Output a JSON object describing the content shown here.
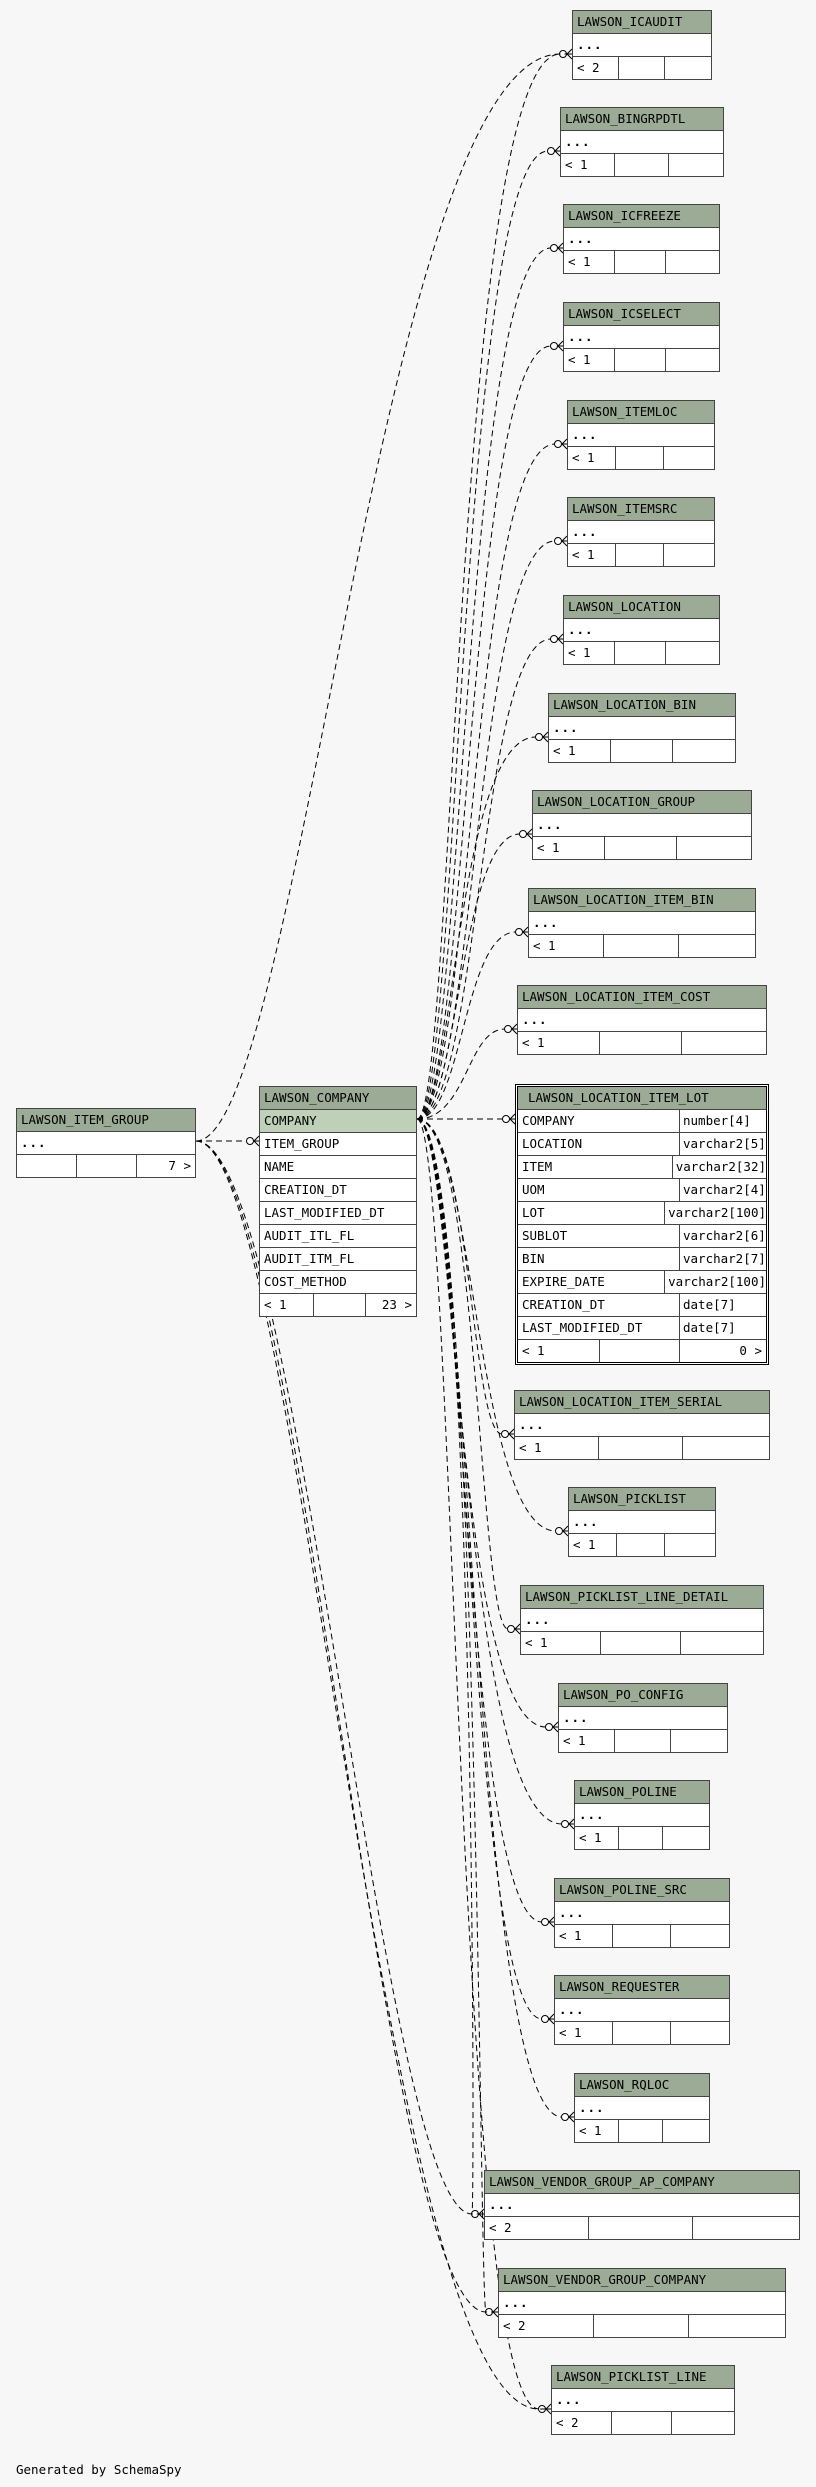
{
  "footer_text": "Generated by SchemaSpy",
  "colors": {
    "header": "#9bab96",
    "highlight": "#bed1b8",
    "background": "#f7f7f7"
  },
  "focus_table": {
    "name": "LAWSON_LOCATION_ITEM_LOT",
    "columns": [
      {
        "name": "COMPANY",
        "type": "number[4]"
      },
      {
        "name": "LOCATION",
        "type": "varchar2[5]"
      },
      {
        "name": "ITEM",
        "type": "varchar2[32]"
      },
      {
        "name": "UOM",
        "type": "varchar2[4]"
      },
      {
        "name": "LOT",
        "type": "varchar2[100]"
      },
      {
        "name": "SUBLOT",
        "type": "varchar2[6]"
      },
      {
        "name": "BIN",
        "type": "varchar2[7]"
      },
      {
        "name": "EXPIRE_DATE",
        "type": "varchar2[100]"
      },
      {
        "name": "CREATION_DT",
        "type": "date[7]"
      },
      {
        "name": "LAST_MODIFIED_DT",
        "type": "date[7]"
      }
    ],
    "parents_label": "< 1",
    "children_label": "0 >"
  },
  "company_table": {
    "name": "LAWSON_COMPANY",
    "columns": [
      "COMPANY",
      "ITEM_GROUP",
      "NAME",
      "CREATION_DT",
      "LAST_MODIFIED_DT",
      "AUDIT_ITL_FL",
      "AUDIT_ITM_FL",
      "COST_METHOD"
    ],
    "parents_label": "< 1",
    "children_label": "23 >"
  },
  "item_group_table": {
    "name": "LAWSON_ITEM_GROUP",
    "ellipsis": "...",
    "parents_label": "",
    "children_label": "7 >"
  },
  "child_tables": [
    {
      "name": "LAWSON_ICAUDIT",
      "ellipsis": "...",
      "parents_label": "< 2"
    },
    {
      "name": "LAWSON_BINGRPDTL",
      "ellipsis": "...",
      "parents_label": "< 1"
    },
    {
      "name": "LAWSON_ICFREEZE",
      "ellipsis": "...",
      "parents_label": "< 1"
    },
    {
      "name": "LAWSON_ICSELECT",
      "ellipsis": "...",
      "parents_label": "< 1"
    },
    {
      "name": "LAWSON_ITEMLOC",
      "ellipsis": "...",
      "parents_label": "< 1"
    },
    {
      "name": "LAWSON_ITEMSRC",
      "ellipsis": "...",
      "parents_label": "< 1"
    },
    {
      "name": "LAWSON_LOCATION",
      "ellipsis": "...",
      "parents_label": "< 1"
    },
    {
      "name": "LAWSON_LOCATION_BIN",
      "ellipsis": "...",
      "parents_label": "< 1"
    },
    {
      "name": "LAWSON_LOCATION_GROUP",
      "ellipsis": "...",
      "parents_label": "< 1"
    },
    {
      "name": "LAWSON_LOCATION_ITEM_BIN",
      "ellipsis": "...",
      "parents_label": "< 1"
    },
    {
      "name": "LAWSON_LOCATION_ITEM_COST",
      "ellipsis": "...",
      "parents_label": "< 1"
    },
    {
      "name": "LAWSON_LOCATION_ITEM_SERIAL",
      "ellipsis": "...",
      "parents_label": "< 1"
    },
    {
      "name": "LAWSON_PICKLIST",
      "ellipsis": "...",
      "parents_label": "< 1"
    },
    {
      "name": "LAWSON_PICKLIST_LINE_DETAIL",
      "ellipsis": "...",
      "parents_label": "< 1"
    },
    {
      "name": "LAWSON_PO_CONFIG",
      "ellipsis": "...",
      "parents_label": "< 1"
    },
    {
      "name": "LAWSON_POLINE",
      "ellipsis": "...",
      "parents_label": "< 1"
    },
    {
      "name": "LAWSON_POLINE_SRC",
      "ellipsis": "...",
      "parents_label": "< 1"
    },
    {
      "name": "LAWSON_REQUESTER",
      "ellipsis": "...",
      "parents_label": "< 1"
    },
    {
      "name": "LAWSON_RQLOC",
      "ellipsis": "...",
      "parents_label": "< 1"
    },
    {
      "name": "LAWSON_VENDOR_GROUP_AP_COMPANY",
      "ellipsis": "...",
      "parents_label": "< 2"
    },
    {
      "name": "LAWSON_VENDOR_GROUP_COMPANY",
      "ellipsis": "...",
      "parents_label": "< 2"
    },
    {
      "name": "LAWSON_PICKLIST_LINE",
      "ellipsis": "...",
      "parents_label": "< 2"
    }
  ]
}
